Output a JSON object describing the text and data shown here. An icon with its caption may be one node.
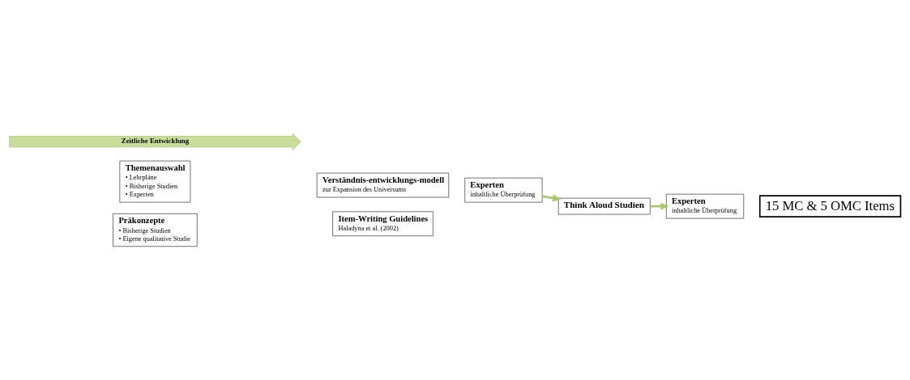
{
  "diagram": {
    "nodes": [
      {
        "text": [
          "Themenauswahl",
          "• Lehrpläne",
          "• Bisherige Studien",
          "• Experten"
        ]
      },
      {
        "text": [
          "Verständnis-entwicklungs-modell",
          "zur Expansion des Universums"
        ]
      },
      {
        "text": [
          "Präkonzepte",
          "• Bisherige Studien",
          "• Eigene qualitative Studie"
        ]
      },
      {
        "text": [
          "Item-Writing Guidelines",
          "Haladyna et al. (2002)"
        ]
      },
      {
        "text": [
          "Experten",
          "inhaltliche Überprüfung"
        ]
      },
      {
        "text": [
          "Think Aloud Studien"
        ]
      },
      {
        "text": [
          "Experten",
          "inhaltliche Überprüfung"
        ]
      },
      {
        "text": [
          "15 MC & 5 OMC Items"
        ]
      },
      {
        "text": [
          "Zeitliche Entwicklung"
        ]
      }
    ],
    "edges": [
      {
        "from": 4,
        "to": 5,
        "arrow": "to"
      },
      {
        "from": 5,
        "to": 6,
        "arrow": "to"
      }
    ]
  }
}
